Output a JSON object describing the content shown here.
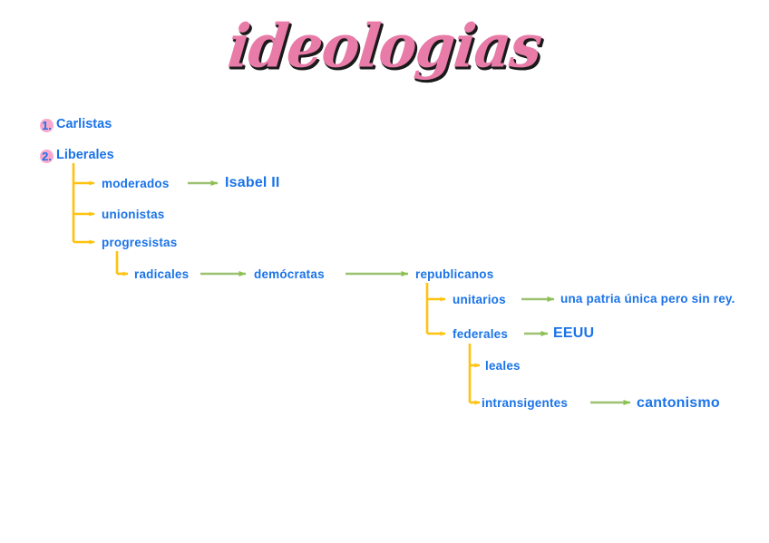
{
  "page": {
    "title": "ideologias",
    "background": "#ffffff"
  },
  "colors": {
    "title_fill": "#E87BA8",
    "title_shadow": "#1a1a1a",
    "node_text": "#1A73E8",
    "branch_arrow": "#FFC20E",
    "flow_arrow": "#8CC152",
    "bullet_highlight": "#F9A8CD"
  },
  "numbered_list": [
    {
      "number": "1.",
      "label": "Carlistas"
    },
    {
      "number": "2.",
      "label": "Liberales"
    }
  ],
  "nodes": {
    "moderados": "moderados",
    "isabel_ii": "Isabel II",
    "unionistas": "unionistas",
    "progresistas": "progresistas",
    "radicales": "radicales",
    "democratas": "demócratas",
    "republicanos": "republicanos",
    "unitarios": "unitarios",
    "unitarios_result": "una patria única pero sin rey.",
    "federales": "federales",
    "eeuu": "EEUU",
    "leales": "leales",
    "intransigentes": "intransigentes",
    "cantonismo": "cantonismo"
  },
  "chart_data": {
    "type": "diagram",
    "title": "ideologias",
    "diagram_kind": "hierarchical tree with flow arrows",
    "roots": [
      {
        "label": "Carlistas",
        "index": "1.",
        "children": []
      },
      {
        "label": "Liberales",
        "index": "2.",
        "children": [
          {
            "label": "moderados",
            "leads_to": [
              "Isabel II"
            ],
            "children": []
          },
          {
            "label": "unionistas",
            "leads_to": [],
            "children": []
          },
          {
            "label": "progresistas",
            "leads_to": [],
            "children": [
              {
                "label": "radicales",
                "leads_to": [
                  "demócratas"
                ],
                "children": []
              }
            ]
          }
        ]
      }
    ],
    "flow_chain": [
      "radicales",
      "demócratas",
      "republicanos"
    ],
    "republicanos_children": [
      {
        "label": "unitarios",
        "leads_to": [
          "una patria única pero sin rey."
        ],
        "children": []
      },
      {
        "label": "federales",
        "leads_to": [
          "EEUU"
        ],
        "children": [
          {
            "label": "leales",
            "leads_to": [],
            "children": []
          },
          {
            "label": "intransigentes",
            "leads_to": [
              "cantonismo"
            ],
            "children": []
          }
        ]
      }
    ],
    "branch_arrow_color": "#FFC20E",
    "flow_arrow_color": "#8CC152",
    "text_color": "#1A73E8"
  }
}
